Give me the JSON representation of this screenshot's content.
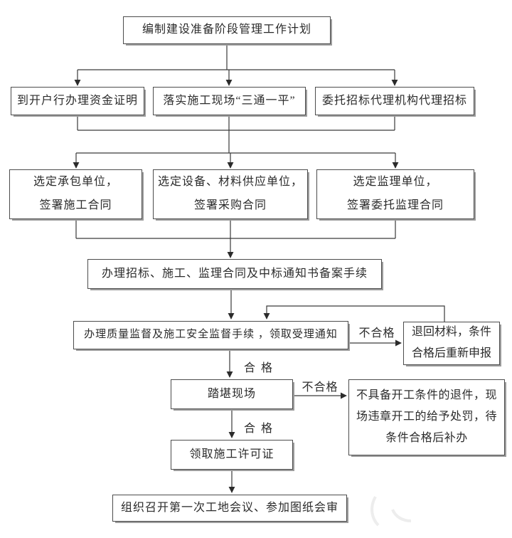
{
  "diagram": {
    "colors": {
      "background": "#ffffff",
      "box_border": "#4c4c4c",
      "box_shadow": "#9c9c9c",
      "line": "#3a3a3a",
      "text": "#2b2b2b"
    },
    "nodes": {
      "plan": {
        "label": "编制建设准备阶段管理工作计划"
      },
      "fund_cert": {
        "label": "到开户行办理资金证明"
      },
      "site_prep": {
        "label": "落实施工现场“三通一平”"
      },
      "bid_agency": {
        "label": "委托招标代理机构代理招标"
      },
      "contractor": {
        "l1": "选定承包单位，",
        "l2": "签署施工合同"
      },
      "supplier": {
        "l1": "选定设备、材料供应单位，",
        "l2": "签署采购合同"
      },
      "supervisor": {
        "l1": "选定监理单位，",
        "l2": "签署委托监理合同"
      },
      "filing": {
        "label": "办理招标、施工、监理合同及中标通知书备案手续"
      },
      "quality": {
        "label": "办理质量监督及施工安全监督手续 ，领取受理通知"
      },
      "return_materials": {
        "l1": "退回材料，条件",
        "l2": "合格后重新申报"
      },
      "site_visit": {
        "label": "踏堪现场"
      },
      "reject": {
        "l1": "不具备开工条件的退件，现",
        "l2": "场违章开工的给予处罚，待",
        "l3": "条件合格后补办"
      },
      "permit": {
        "label": "领取施工许可证"
      },
      "first_meeting": {
        "label": "组织召开第一次工地会议、参加图纸会审"
      }
    },
    "edge_labels": {
      "pass_1": "合 格",
      "fail_1": "不合格",
      "pass_2": "合 格",
      "fail_2": "不合格"
    }
  }
}
